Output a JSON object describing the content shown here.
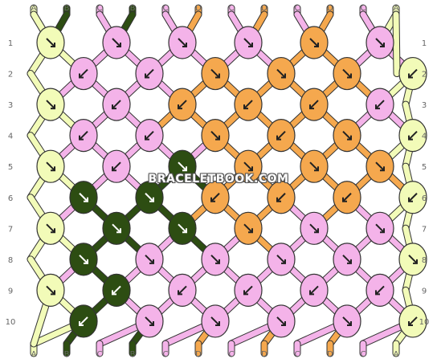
{
  "watermark": "BRACELETBOOK.COM",
  "colors": {
    "A": "#f2fbb8",
    "B": "#2d4d12",
    "C": "#f4b3e9",
    "D": "#f5a84e"
  },
  "strands": [
    "A",
    "B",
    "C",
    "B",
    "C",
    "D",
    "C",
    "D",
    "C",
    "D",
    "C",
    "A"
  ],
  "bottom_strands": [
    "A",
    "B",
    "C",
    "B",
    "C",
    "D",
    "C",
    "D",
    "C",
    "D",
    "C",
    "A"
  ],
  "row_labels": [
    "1",
    "2",
    "3",
    "4",
    "5",
    "6",
    "7",
    "8",
    "9",
    "10"
  ],
  "knots": [
    [
      {
        "c": "A",
        "d": "se"
      },
      {
        "c": "C",
        "d": "se"
      },
      {
        "c": "C",
        "d": "se"
      },
      {
        "c": "C",
        "d": "se"
      },
      {
        "c": "D",
        "d": "se"
      },
      {
        "c": "C",
        "d": "se"
      }
    ],
    [
      {
        "c": "C",
        "d": "sw"
      },
      {
        "c": "C",
        "d": "sw"
      },
      {
        "c": "D",
        "d": "se"
      },
      {
        "c": "D",
        "d": "se"
      },
      {
        "c": "D",
        "d": "se"
      },
      {
        "c": "A",
        "d": "sw"
      }
    ],
    [
      {
        "c": "A",
        "d": "se"
      },
      {
        "c": "C",
        "d": "sw"
      },
      {
        "c": "D",
        "d": "sw"
      },
      {
        "c": "D",
        "d": "sw"
      },
      {
        "c": "D",
        "d": "sw"
      },
      {
        "c": "C",
        "d": "sw"
      }
    ],
    [
      {
        "c": "C",
        "d": "sw"
      },
      {
        "c": "C",
        "d": "sw"
      },
      {
        "c": "D",
        "d": "se"
      },
      {
        "c": "D",
        "d": "sw"
      },
      {
        "c": "D",
        "d": "se"
      },
      {
        "c": "A",
        "d": "sw"
      }
    ],
    [
      {
        "c": "A",
        "d": "se"
      },
      {
        "c": "C",
        "d": "sw"
      },
      {
        "c": "B",
        "d": "se"
      },
      {
        "c": "D",
        "d": "se"
      },
      {
        "c": "D",
        "d": "se"
      },
      {
        "c": "D",
        "d": "se"
      }
    ],
    [
      {
        "c": "B",
        "d": "se"
      },
      {
        "c": "B",
        "d": "se"
      },
      {
        "c": "D",
        "d": "sw"
      },
      {
        "c": "D",
        "d": "sw"
      },
      {
        "c": "D",
        "d": "sw"
      },
      {
        "c": "A",
        "d": "sw"
      }
    ],
    [
      {
        "c": "A",
        "d": "se"
      },
      {
        "c": "B",
        "d": "se"
      },
      {
        "c": "B",
        "d": "se"
      },
      {
        "c": "D",
        "d": "se"
      },
      {
        "c": "C",
        "d": "se"
      },
      {
        "c": "C",
        "d": "se"
      }
    ],
    [
      {
        "c": "B",
        "d": "se"
      },
      {
        "c": "C",
        "d": "se"
      },
      {
        "c": "C",
        "d": "se"
      },
      {
        "c": "C",
        "d": "se"
      },
      {
        "c": "C",
        "d": "se"
      },
      {
        "c": "A",
        "d": "se"
      }
    ],
    [
      {
        "c": "A",
        "d": "se"
      },
      {
        "c": "B",
        "d": "sw"
      },
      {
        "c": "C",
        "d": "sw"
      },
      {
        "c": "C",
        "d": "sw"
      },
      {
        "c": "C",
        "d": "sw"
      },
      {
        "c": "C",
        "d": "sw"
      }
    ],
    [
      {
        "c": "B",
        "d": "sw"
      },
      {
        "c": "C",
        "d": "se"
      },
      {
        "c": "C",
        "d": "se"
      },
      {
        "c": "C",
        "d": "se"
      },
      {
        "c": "C",
        "d": "se"
      },
      {
        "c": "A",
        "d": "sw"
      }
    ]
  ]
}
